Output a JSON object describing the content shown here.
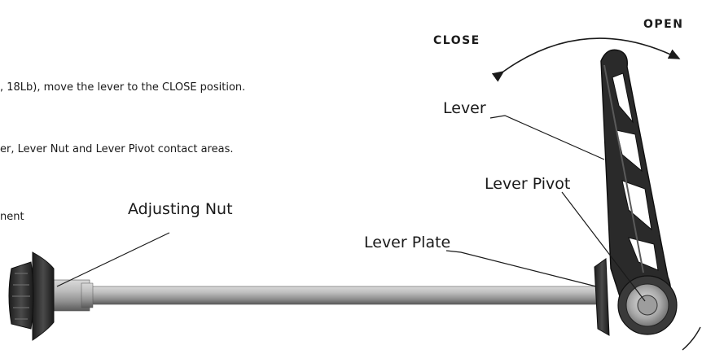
{
  "instructions": [
    ", 18Lb), move the lever to the CLOSE position.",
    "er, Lever Nut and Lever Pivot contact areas.",
    "nent"
  ],
  "directions": {
    "open": "OPEN",
    "close": "CLOSE"
  },
  "labels": {
    "lever": "Lever",
    "lever_pivot": "Lever Pivot",
    "adjusting_nut": "Adjusting Nut",
    "lever_plate": "Lever Plate"
  }
}
